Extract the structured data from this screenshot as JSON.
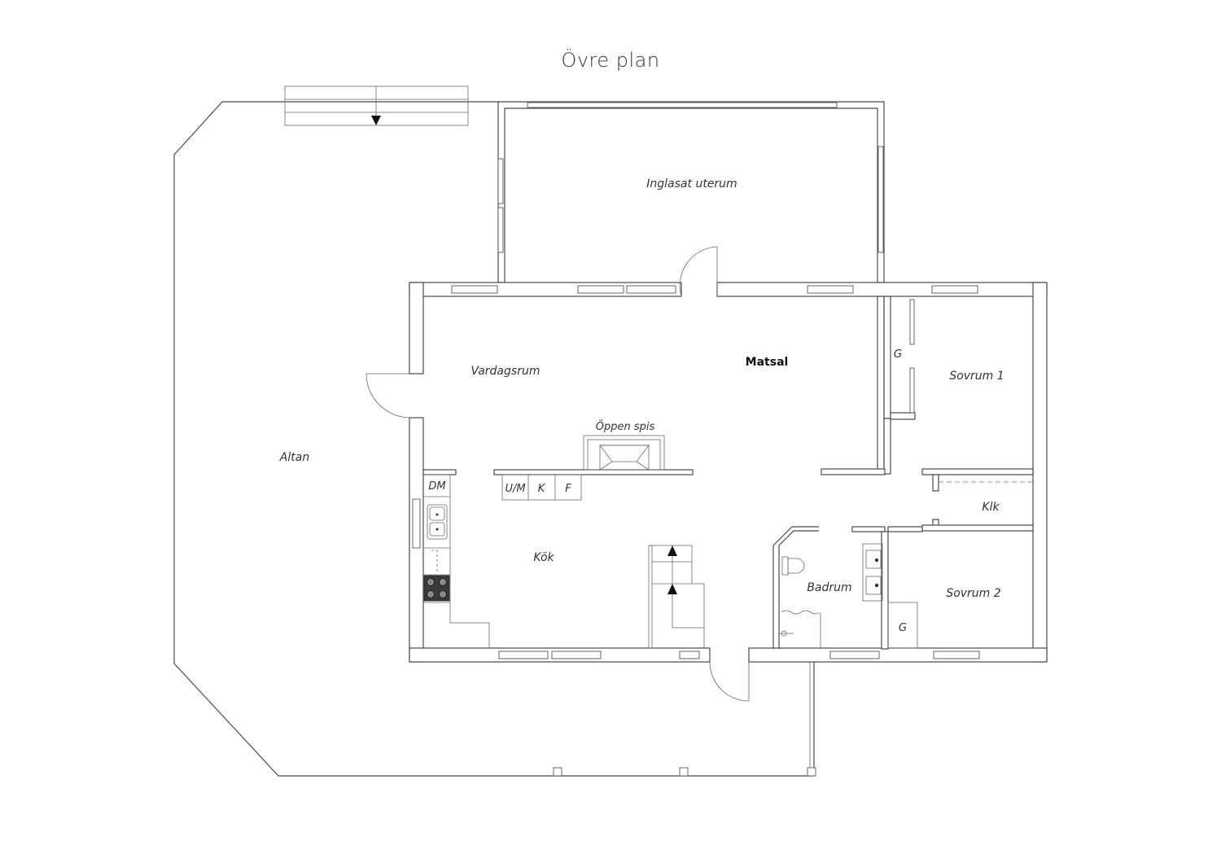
{
  "title": "Övre plan",
  "rooms": {
    "altan": "Altan",
    "uterum": "Inglasat uterum",
    "vardagsrum": "Vardagsrum",
    "matsal": "Matsal",
    "oppen_spis": "Öppen spis",
    "kok": "Kök",
    "badrum": "Badrum",
    "sovrum1": "Sovrum 1",
    "sovrum2": "Sovrum 2",
    "klk": "Klk",
    "garderob1": "G",
    "garderob2": "G"
  },
  "appliances": {
    "dm": "DM",
    "um": "U/M",
    "k": "K",
    "f": "F"
  },
  "icons": [
    "door-arc-icon",
    "stair-arrow-icon",
    "sink-icon",
    "stove-icon",
    "toilet-icon",
    "shower-icon"
  ]
}
